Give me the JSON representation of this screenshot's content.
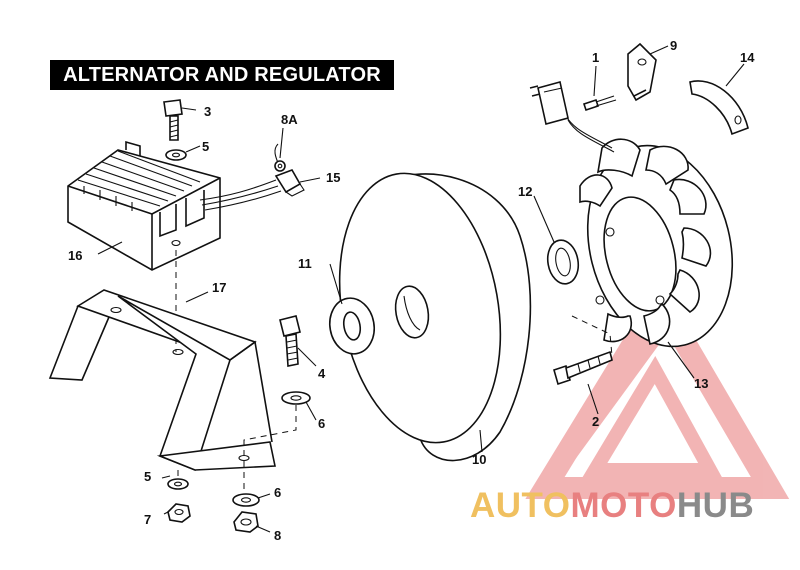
{
  "title": "ALTERNATOR AND REGULATOR",
  "callouts": {
    "c1": "1",
    "c2": "2",
    "c3": "3",
    "c4": "4",
    "c5a": "5",
    "c5b": "5",
    "c6a": "6",
    "c6b": "6",
    "c8": "8",
    "c8a": "8A",
    "c9": "9",
    "c10": "10",
    "c11": "11",
    "c12": "12",
    "c13": "13",
    "c14": "14",
    "c15": "15",
    "c16": "16",
    "c17": "17"
  },
  "watermark": {
    "part1": "AUTO",
    "part2": "MOTO",
    "part3": "HUB",
    "colors": {
      "auto": "#f0c060",
      "moto": "#e88080",
      "hub": "#8a8a8a",
      "logo": "#e87878"
    }
  }
}
